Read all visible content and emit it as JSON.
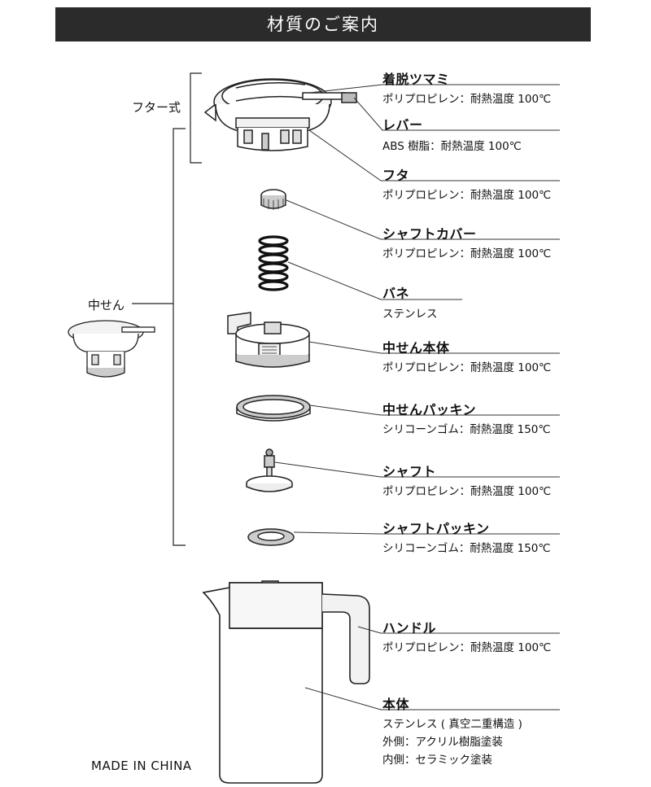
{
  "header": {
    "title": "材質のご案内"
  },
  "groups": {
    "futa_shiki": "フター式",
    "nakasen": "中せん"
  },
  "parts": [
    {
      "name": "着脱ツマミ",
      "material": "ポリプロピレン：耐熱温度 100℃"
    },
    {
      "name": "レバー",
      "material": "ABS 樹脂：耐熱温度 100℃"
    },
    {
      "name": "フタ",
      "material": "ポリプロピレン：耐熱温度 100℃"
    },
    {
      "name": "シャフトカバー",
      "material": "ポリプロピレン：耐熱温度 100℃"
    },
    {
      "name": "バネ",
      "material": "ステンレス"
    },
    {
      "name": "中せん本体",
      "material": "ポリプロピレン：耐熱温度 100℃"
    },
    {
      "name": "中せんパッキン",
      "material": "シリコーンゴム：耐熱温度 150℃"
    },
    {
      "name": "シャフト",
      "material": "ポリプロピレン：耐熱温度 100℃"
    },
    {
      "name": "シャフトパッキン",
      "material": "シリコーンゴム：耐熱温度 150℃"
    },
    {
      "name": "ハンドル",
      "material": "ポリプロピレン：耐熱温度 100℃"
    },
    {
      "name": "本体",
      "material": "ステンレス ( 真空二重構造 )",
      "extra1": "外側：アクリル樹脂塗装",
      "extra2": "内側：セラミック塗装"
    }
  ],
  "footer": {
    "made_in": "MADE IN CHINA"
  }
}
